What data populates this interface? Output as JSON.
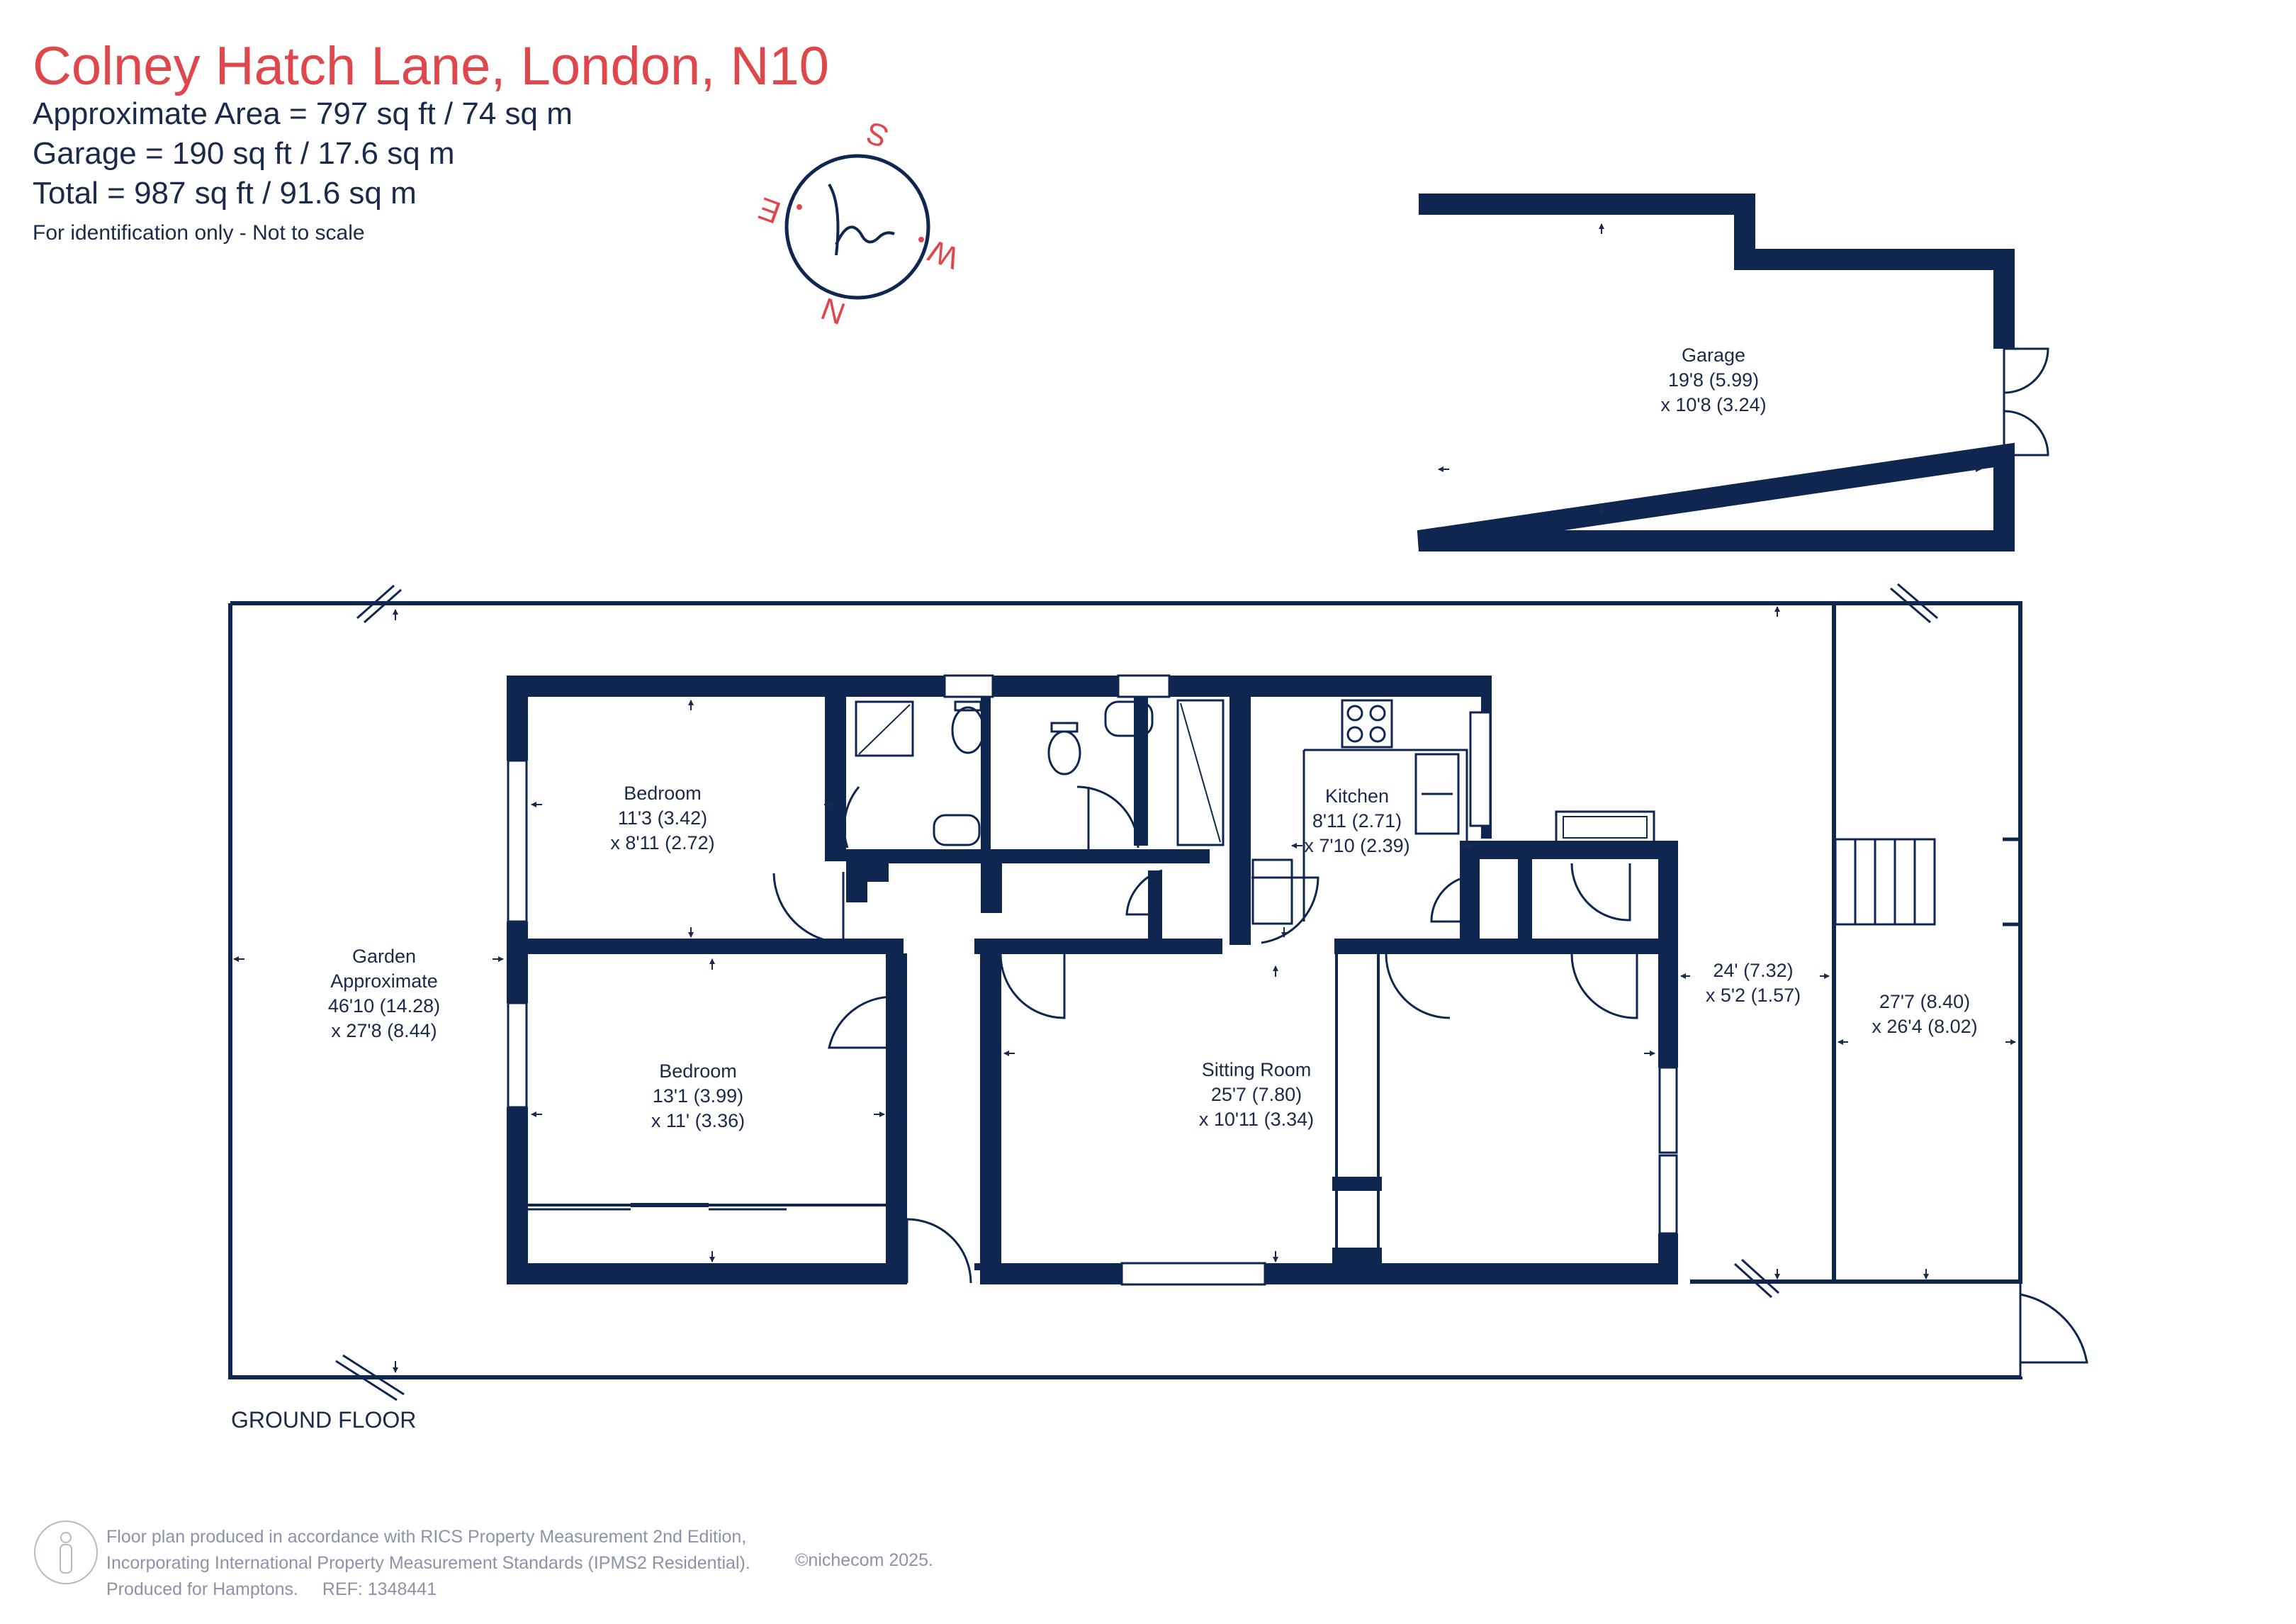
{
  "header": {
    "title": "Colney Hatch Lane, London, N10",
    "area": "Approximate Area = 797 sq ft / 74 sq m",
    "garage": "Garage = 190 sq ft / 17.6 sq m",
    "total": "Total = 987 sq ft / 91.6 sq m",
    "note": "For identification only - Not to scale"
  },
  "compass": {
    "north": "N",
    "south": "S",
    "east": "E",
    "west": "W",
    "logo_letter": "h",
    "color": "#e0474c"
  },
  "colors": {
    "wall": "#0f2650",
    "accent": "#e0474c",
    "text": "#1b2a4a",
    "footer": "#8c93a6"
  },
  "rooms": {
    "garage": {
      "name": "Garage",
      "dim1": "19'8 (5.99)",
      "dim2": "x 10'8 (3.24)"
    },
    "bedroom1": {
      "name": "Bedroom",
      "dim1": "11'3 (3.42)",
      "dim2": "x 8'11 (2.72)"
    },
    "bedroom2": {
      "name": "Bedroom",
      "dim1": "13'1 (3.99)",
      "dim2": "x 11' (3.36)"
    },
    "kitchen": {
      "name": "Kitchen",
      "dim1": "8'11 (2.71)",
      "dim2": "x 7'10 (2.39)"
    },
    "sitting": {
      "name": "Sitting Room",
      "dim1": "25'7 (7.80)",
      "dim2": "x 10'11 (3.34)"
    },
    "garden": {
      "name": "Garden",
      "name2": "Approximate",
      "dim1": "46'10 (14.28)",
      "dim2": "x 27'8 (8.44)"
    },
    "side_passage": {
      "dim1": "24' (7.32)",
      "dim2": "x 5'2 (1.57)"
    },
    "side_garden": {
      "dim1": "27'7 (8.40)",
      "dim2": "x 26'4 (8.02)"
    }
  },
  "floor_label": "GROUND FLOOR",
  "footer": {
    "line1": "Floor plan produced in accordance with RICS Property Measurement 2nd Edition,",
    "line2": "Incorporating International Property Measurement Standards (IPMS2 Residential).",
    "line3_a": "Produced for Hamptons.",
    "line3_b": "REF:  1348441",
    "copyright": "©nichecom 2025."
  }
}
